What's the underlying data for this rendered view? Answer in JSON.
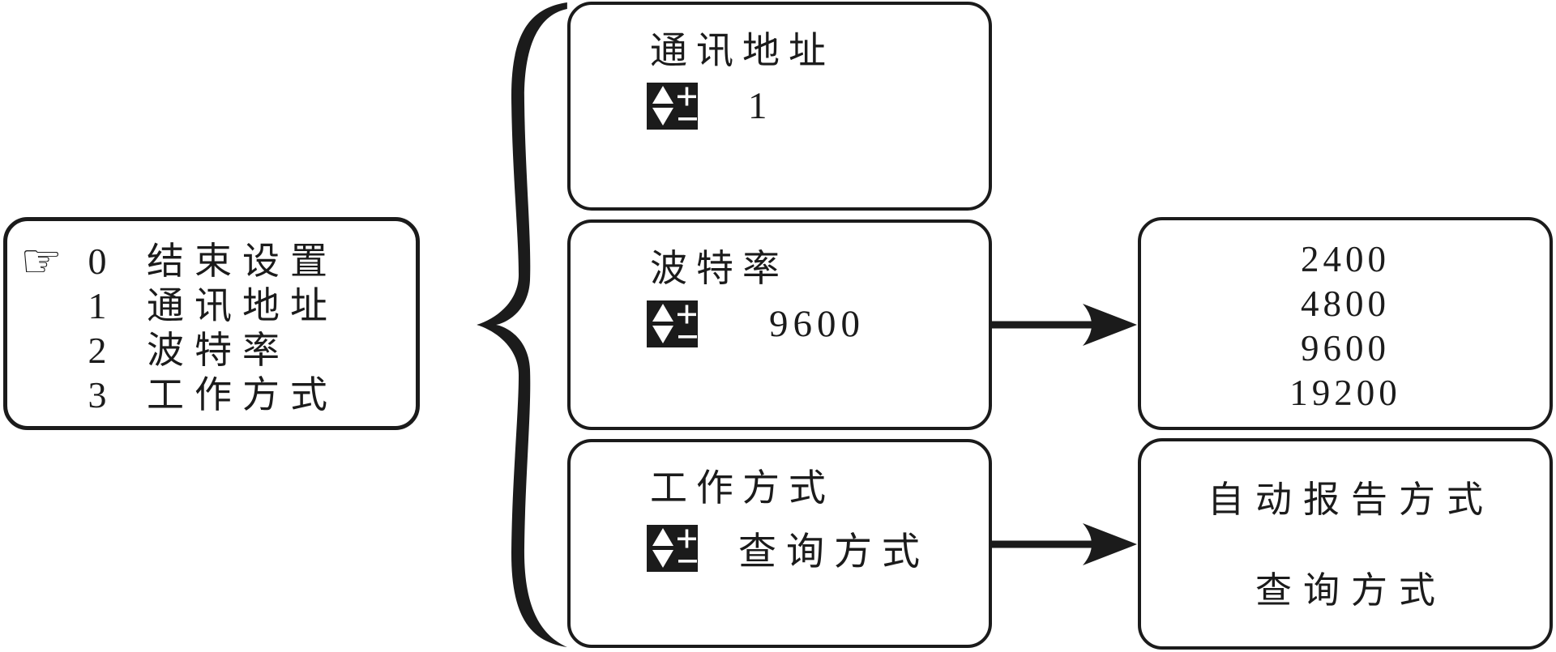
{
  "diagram": {
    "menu": {
      "pointer_icon": "☞",
      "items": [
        {
          "number": "0",
          "label": "结束设置"
        },
        {
          "number": "1",
          "label": "通讯地址"
        },
        {
          "number": "2",
          "label": "波特率"
        },
        {
          "number": "3",
          "label": "工作方式"
        }
      ]
    },
    "screens": [
      {
        "title": "通讯地址",
        "value": "1"
      },
      {
        "title": "波特率",
        "value": "9600"
      },
      {
        "title": "工作方式",
        "value": "查询方式"
      }
    ],
    "baud_options": [
      "2400",
      "4800",
      "9600",
      "19200"
    ],
    "mode_options": [
      "自动报告方式",
      "查询方式"
    ],
    "colors": {
      "ink": "#1b1b1b",
      "background": "#ffffff"
    }
  }
}
